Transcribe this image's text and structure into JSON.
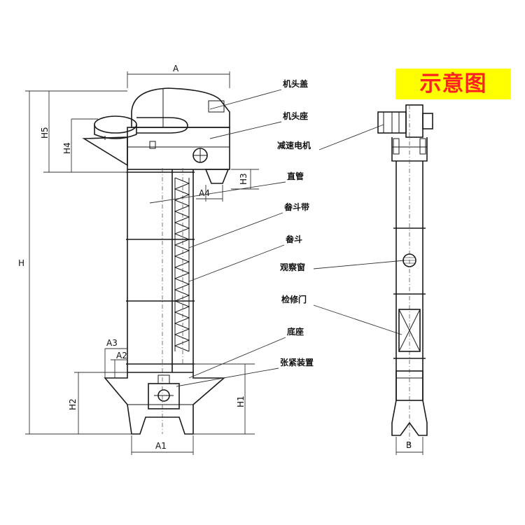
{
  "title": "示意图",
  "labels": {
    "head_cover": "机头盖",
    "head_seat": "机头座",
    "reducer_motor": "减速电机",
    "straight_pipe": "直管",
    "bucket_belt": "畚斗带",
    "bucket": "畚斗",
    "observation_window": "观察窗",
    "access_door": "检修门",
    "base": "底座",
    "tensioner": "张紧装置"
  },
  "dimensions": {
    "A": "A",
    "A1": "A1",
    "A2": "A2",
    "A3": "A3",
    "A4": "A4",
    "B": "B",
    "H": "H",
    "H1": "H1",
    "H2": "H2",
    "H3": "H3",
    "H4": "H4",
    "H5": "H5"
  }
}
